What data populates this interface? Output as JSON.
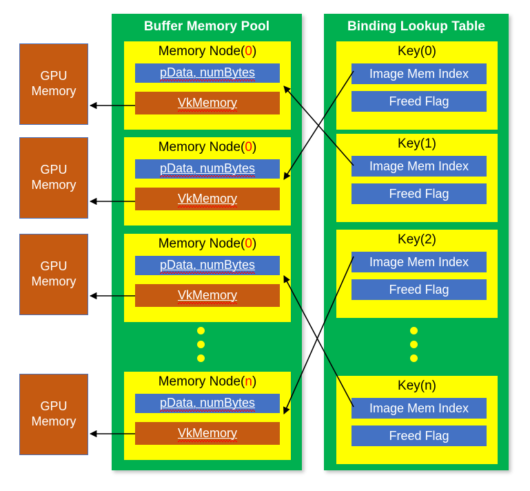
{
  "colors": {
    "green_panel": "#00b050",
    "yellow_card": "#ffff00",
    "blue_row": "#4472c4",
    "brown_row": "#c55a11",
    "red_index": "#ff0000",
    "white_text": "#ffffff",
    "black_text": "#000000",
    "background": "#ffffff"
  },
  "left_panel": {
    "title": "Buffer Memory Pool",
    "nodes": [
      {
        "title_prefix": "Memory Node(",
        "index": "0",
        "title_suffix": ")",
        "fields_row": "pData, numBytes",
        "memory_row": "VkMemory"
      },
      {
        "title_prefix": "Memory Node(",
        "index": "0",
        "title_suffix": ")",
        "fields_row": "pData, numBytes",
        "memory_row": "VkMemory"
      },
      {
        "title_prefix": "Memory Node(",
        "index": "0",
        "title_suffix": ")",
        "fields_row": "pData, numBytes",
        "memory_row": "VkMemory"
      },
      {
        "title_prefix": "Memory Node(",
        "index": "n",
        "title_suffix": ")",
        "fields_row": "pData, numBytes",
        "memory_row": "VkMemory"
      }
    ],
    "ellipsis": "vertical-three-dots"
  },
  "right_panel": {
    "title": "Binding Lookup Table",
    "keys": [
      {
        "title": "Key(0)",
        "index_row": "Image Mem Index",
        "flag_row": "Freed Flag"
      },
      {
        "title": "Key(1)",
        "index_row": "Image Mem Index",
        "flag_row": "Freed Flag"
      },
      {
        "title": "Key(2)",
        "index_row": "Image Mem Index",
        "flag_row": "Freed Flag"
      },
      {
        "title": "Key(n)",
        "index_row": "Image Mem Index",
        "flag_row": "Freed Flag"
      }
    ],
    "ellipsis": "vertical-three-dots"
  },
  "gpu_blocks": [
    {
      "line1": "GPU",
      "line2": "Memory"
    },
    {
      "line1": "GPU",
      "line2": "Memory"
    },
    {
      "line1": "GPU",
      "line2": "Memory"
    },
    {
      "line1": "GPU",
      "line2": "Memory"
    }
  ],
  "connections": {
    "gpu_links": [
      {
        "from": "VkMemory node 0",
        "to": "GPU Memory block 0"
      },
      {
        "from": "VkMemory node 1",
        "to": "GPU Memory block 1"
      },
      {
        "from": "VkMemory node 2",
        "to": "GPU Memory block 2"
      },
      {
        "from": "VkMemory node 3",
        "to": "GPU Memory block 3"
      }
    ],
    "binding_links": [
      {
        "from": "Key(0) Image Mem Index",
        "to": "Memory Node 1"
      },
      {
        "from": "Key(1) Image Mem Index",
        "to": "Memory Node 0"
      },
      {
        "from": "Key(2) Image Mem Index",
        "to": "Memory Node 3"
      },
      {
        "from": "Key(n) Image Mem Index",
        "to": "Memory Node 2"
      }
    ]
  }
}
